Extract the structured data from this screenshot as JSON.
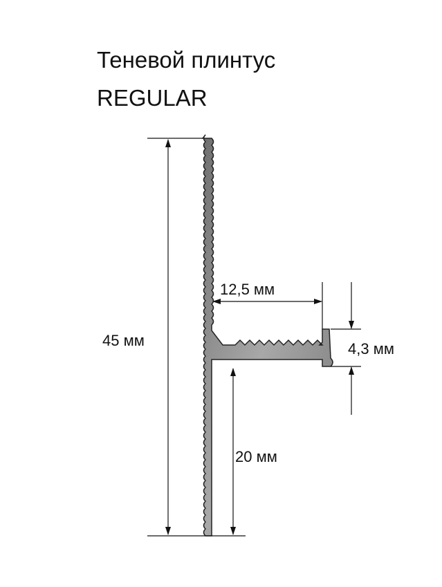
{
  "title": {
    "line1": "Теневой плинтус",
    "line2": "REGULAR"
  },
  "dimensions": {
    "total_height": "45 мм",
    "shelf_width": "12,5 мм",
    "lip_height": "4,3 мм",
    "shelf_height_from_floor": "20 мм"
  },
  "colors": {
    "profile": "#8a8a8a",
    "outline": "#222222",
    "lines": "#111111"
  }
}
